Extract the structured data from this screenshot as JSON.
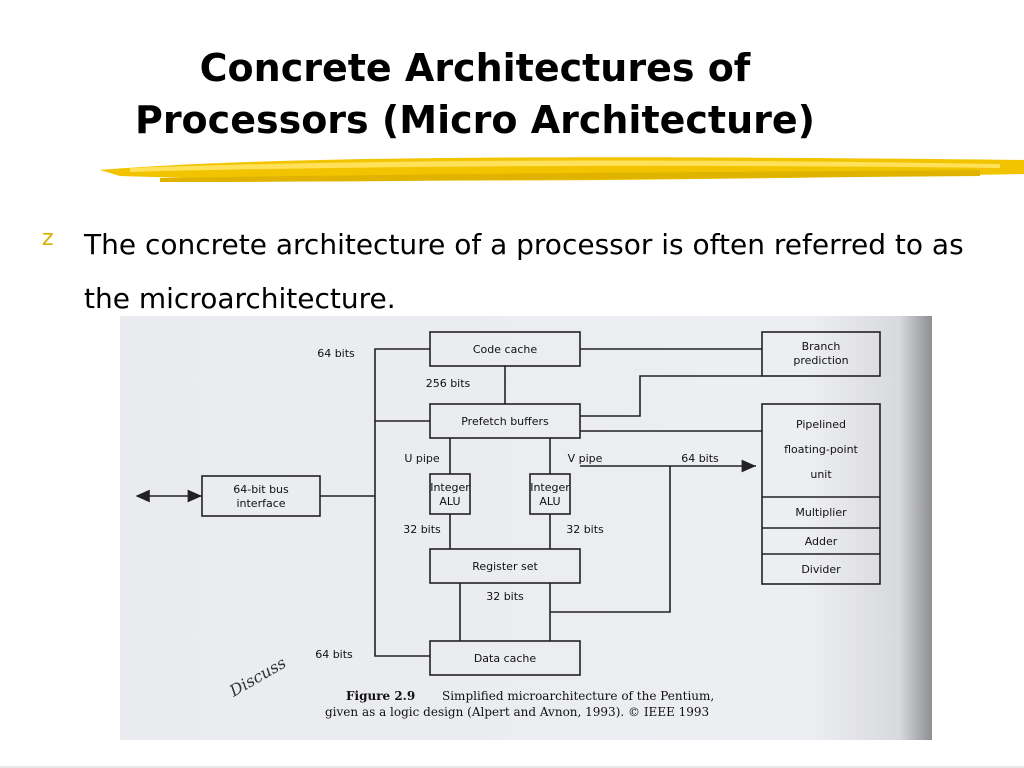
{
  "slide": {
    "title_line1": "Concrete Architectures of",
    "title_line2": "Processors (Micro Architecture)",
    "bullet_icon": "z",
    "bullet_text": "The concrete architecture of a processor is often referred to as the microarchitecture."
  },
  "figure": {
    "blocks": {
      "code_cache": "Code cache",
      "branch_prediction_1": "Branch",
      "branch_prediction_2": "prediction",
      "prefetch_buffers": "Prefetch buffers",
      "bus_interface_1": "64-bit bus",
      "bus_interface_2": "interface",
      "integer_alu_u_1": "Integer",
      "integer_alu_u_2": "ALU",
      "integer_alu_v_1": "Integer",
      "integer_alu_v_2": "ALU",
      "register_set": "Register set",
      "data_cache": "Data cache",
      "fp_unit_1": "Pipelined",
      "fp_unit_2": "floating-point",
      "fp_unit_3": "unit",
      "multiplier": "Multiplier",
      "adder": "Adder",
      "divider": "Divider"
    },
    "labels": {
      "bits_64_top": "64 bits",
      "bits_256": "256 bits",
      "u_pipe": "U pipe",
      "v_pipe": "V pipe",
      "bits_64_fp": "64 bits",
      "bits_32_left": "32 bits",
      "bits_32_right": "32 bits",
      "bits_32_reg": "32 bits",
      "bits_64_bottom": "64 bits"
    },
    "handwriting": "Discuss",
    "caption_label": "Figure 2.9",
    "caption_line1": "Simplified microarchitecture of the Pentium,",
    "caption_line2": "given as a logic design (Alpert and Avnon, 1993). © IEEE 1993"
  }
}
